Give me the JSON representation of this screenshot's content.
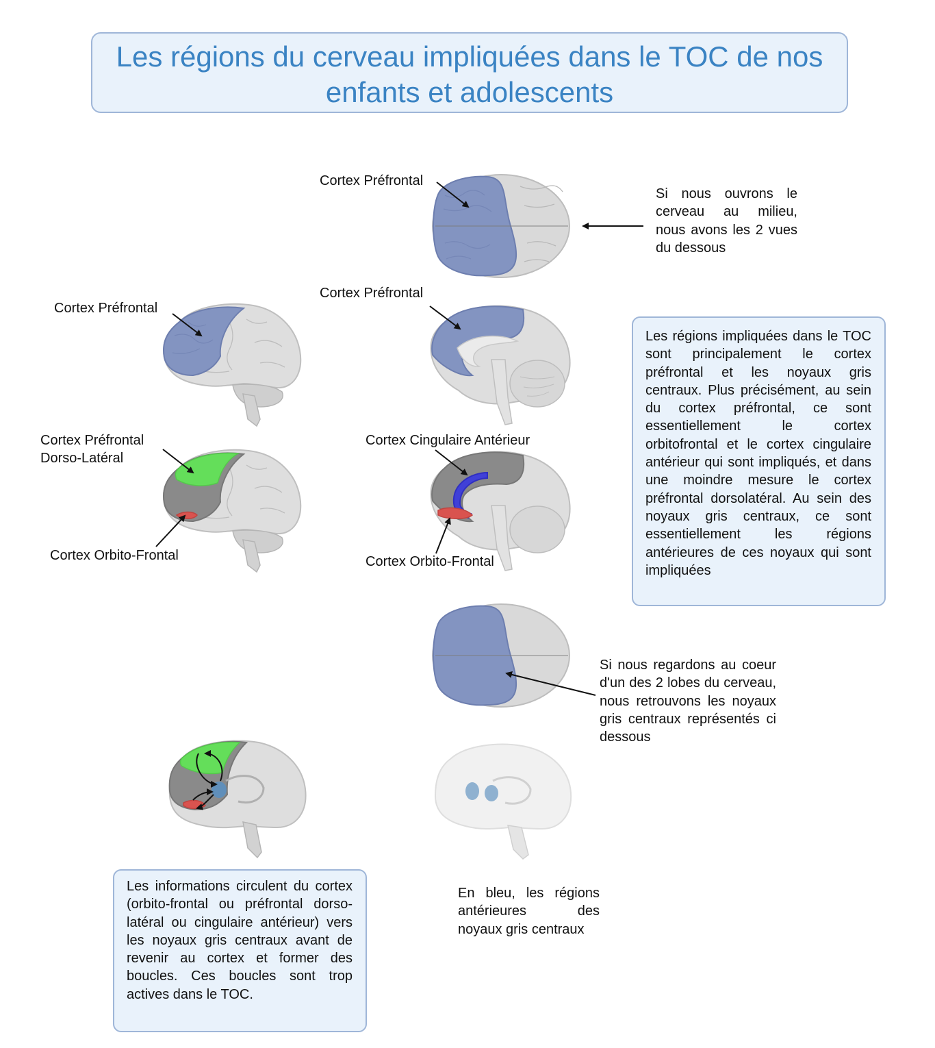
{
  "title": "Les régions du cerveau impliquées dans le TOC de nos enfants et adolescents",
  "labels": {
    "pfc_top": "Cortex Préfrontal",
    "pfc_medial": "Cortex Préfrontal",
    "pfc_lateral": "Cortex Préfrontal",
    "dlpfc": "Cortex Préfrontal\nDorso-Latéral",
    "ofc_lateral": "Cortex Orbito-Frontal",
    "acc": "Cortex Cingulaire Antérieur",
    "ofc_medial": "Cortex Orbito-Frontal"
  },
  "notes": {
    "open_brain": "Si nous ouvrons le cerveau au milieu, nous avons les 2 vues du dessous",
    "regions_summary": "Les régions impliquées dans le TOC sont principalement le cortex préfrontal et les noyaux gris centraux. Plus précisément, au sein du cortex préfrontal, ce sont essentiellement le cortex orbitofrontal et le cortex cingulaire antérieur qui sont impliqués, et dans une moindre mesure le cortex préfrontal dorsolatéral. Au sein des noyaux gris centraux, ce sont essentiellement les régions antérieures de ces noyaux qui sont impliquées",
    "lobe_core": "Si nous regardons au coeur d'un des 2 lobes du cerveau, nous retrouvons les noyaux gris centraux représentés ci dessous",
    "blue_regions": "En bleu, les régions antérieures des noyaux gris centraux",
    "loops": "Les informations circulent du cortex (orbito-frontal ou préfrontal dorso-latéral ou cingulaire antérieur) vers les noyaux gris centraux avant de revenir au cortex et former des boucles. Ces boucles sont trop actives dans le TOC."
  },
  "colors": {
    "prefrontal_blue": "#8394c1",
    "dlpfc_green": "#64de5a",
    "ofc_red": "#d9534f",
    "acc_blue": "#4040d8",
    "basal_ganglia_blue": "#5b8fbf",
    "title_text": "#3a83c3",
    "box_border": "#9fb6d8",
    "box_fill": "#e9f2fb"
  }
}
